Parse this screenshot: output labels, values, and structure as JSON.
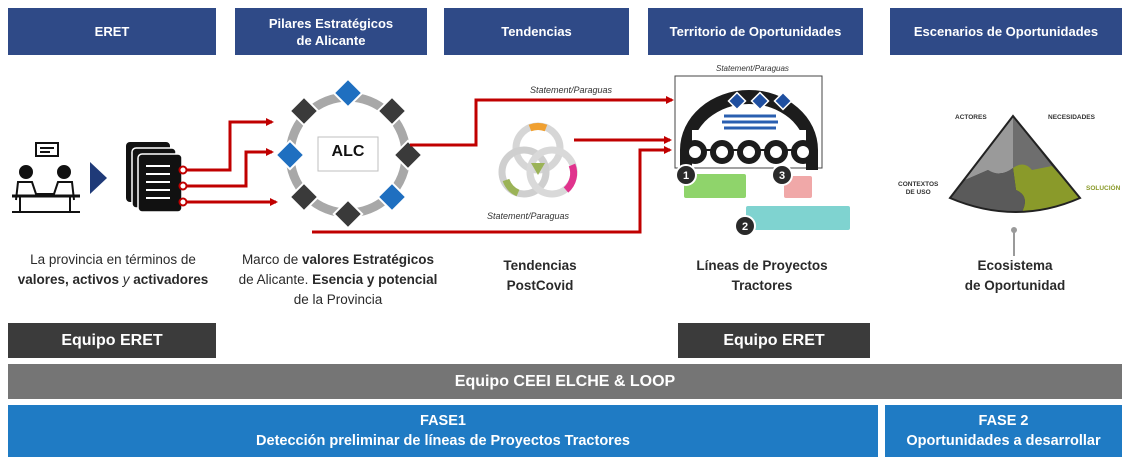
{
  "headers": [
    {
      "label": "ERET"
    },
    {
      "label": "Pilares Estratégicos\nde Alicante"
    },
    {
      "label": "Tendencias"
    },
    {
      "label": "Territorio de Oportunidades"
    },
    {
      "label": "Escenarios de Oportunidades"
    }
  ],
  "captions": {
    "eret_1": "La provincia en términos de",
    "eret_2a": "valores, activos ",
    "eret_2b": "y",
    "eret_2c": " activadores",
    "pilares_1a": "Marco de ",
    "pilares_1b": "valores Estratégicos",
    "pilares_2a": "de Alicante. ",
    "pilares_2b": "Esencia y potencial",
    "pilares_3": "de la Provincia",
    "tendencias_1": "Tendencias",
    "tendencias_2": "PostCovid",
    "territorio_1": "Líneas de Proyectos",
    "territorio_2": "Tractores",
    "escenarios_1": "Ecosistema",
    "escenarios_2": "de Oportunidad"
  },
  "diagram": {
    "alc": "ALC",
    "statement_top": "Statement/Paraguas",
    "statement_mid": "Statement/Paraguas",
    "statement_right": "Statement/Paraguas",
    "num_1": "1",
    "num_2": "2",
    "num_3": "3",
    "puzzle_actores": "ACTORES",
    "puzzle_necesidades": "NECESIDADES",
    "puzzle_contextos": "CONTEXTOS\nDE USO",
    "puzzle_solucion": "SOLUCIÓN"
  },
  "bars": {
    "equipo_eret_left": "Equipo ERET",
    "equipo_eret_right": "Equipo ERET",
    "equipo_ceei": "Equipo CEEI ELCHE & LOOP",
    "fase1_title": "FASE1",
    "fase1_sub": "Detección preliminar de líneas de Proyectos Tractores",
    "fase2_title": "FASE 2",
    "fase2_sub": "Oportunidades a desarrollar"
  },
  "colors": {
    "header": "#2f4a87",
    "arrow": "#c00000",
    "dark_bar": "#3b3b3b",
    "grey_bar": "#757575",
    "blue_bar": "#1f7bc4",
    "diamond": "#1f6fc0",
    "green_box": "#8fd46b",
    "pink_box": "#f0a8a8",
    "teal_box": "#7fd3d0"
  }
}
